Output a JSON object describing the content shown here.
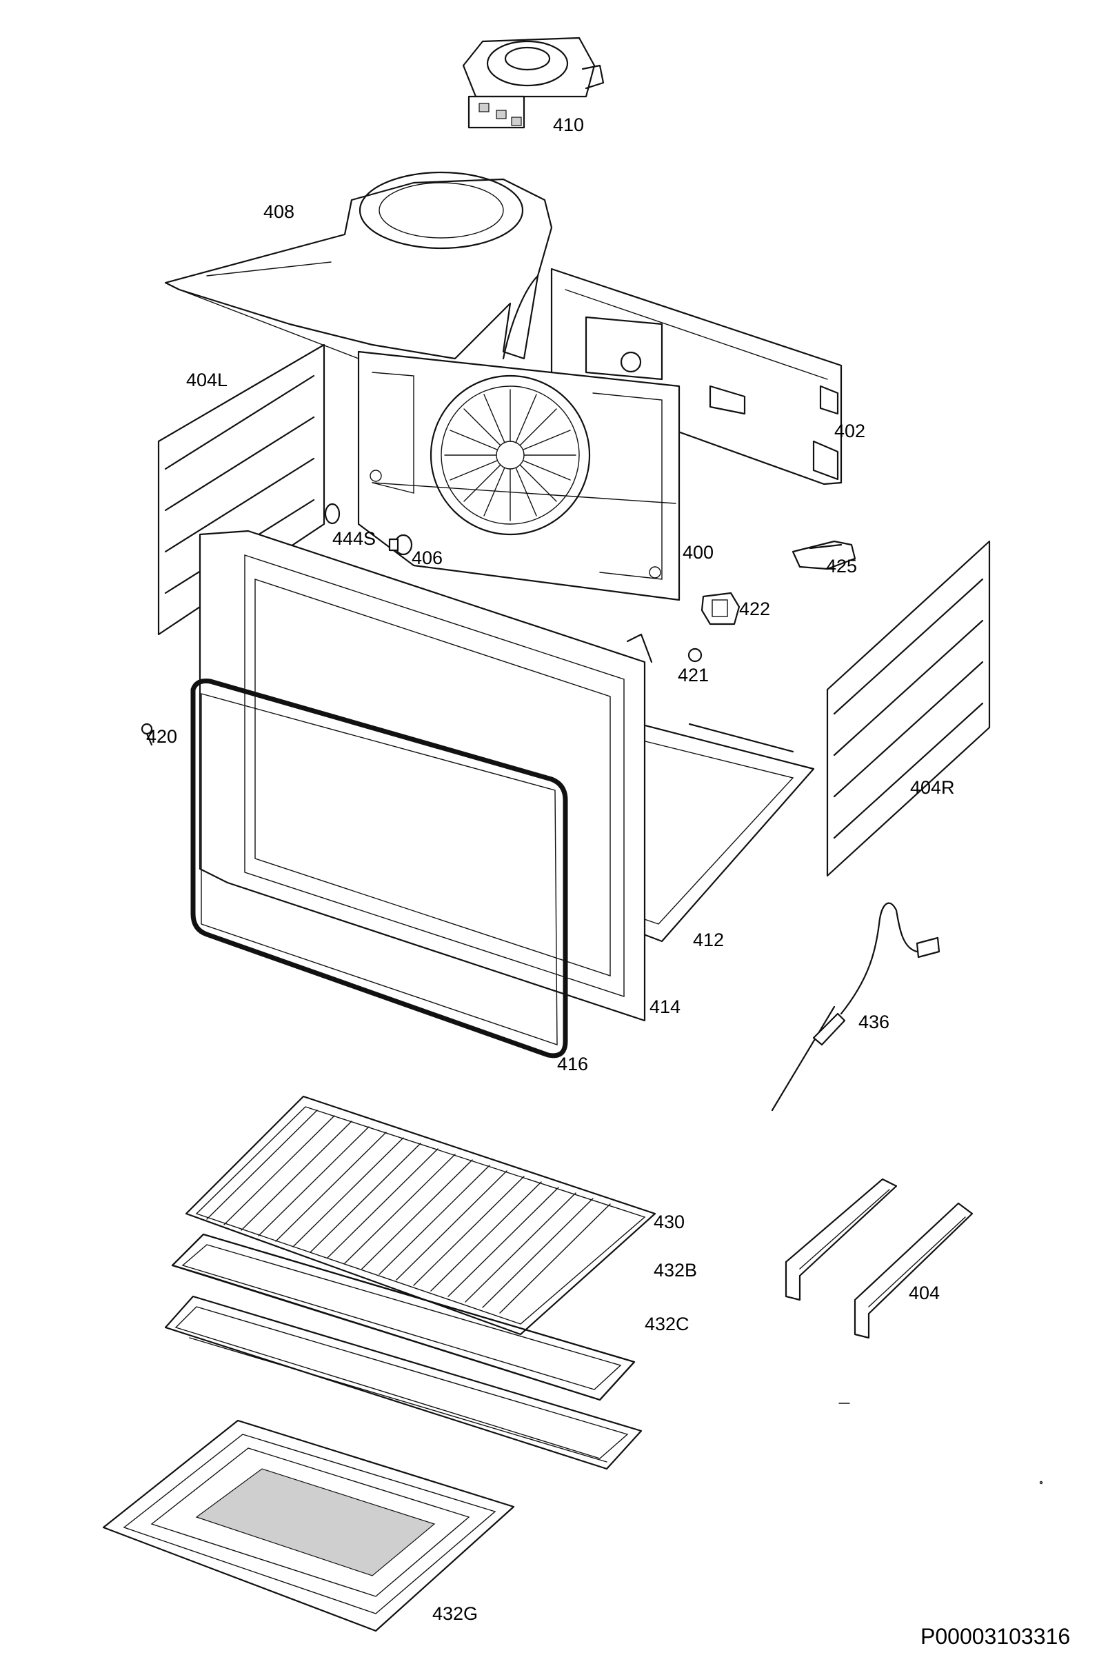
{
  "labels": {
    "p410": "410",
    "p408": "408",
    "p404L": "404L",
    "p402": "402",
    "p444S": "444S",
    "p406": "406",
    "p400": "400",
    "p425": "425",
    "p422": "422",
    "p421": "421",
    "p420": "420",
    "p404R": "404R",
    "p412": "412",
    "p414": "414",
    "p436": "436",
    "p416": "416",
    "p430": "430",
    "p432B": "432B",
    "p432C": "432C",
    "p404": "404",
    "p432G": "432G"
  },
  "document_id": "P00003103316"
}
